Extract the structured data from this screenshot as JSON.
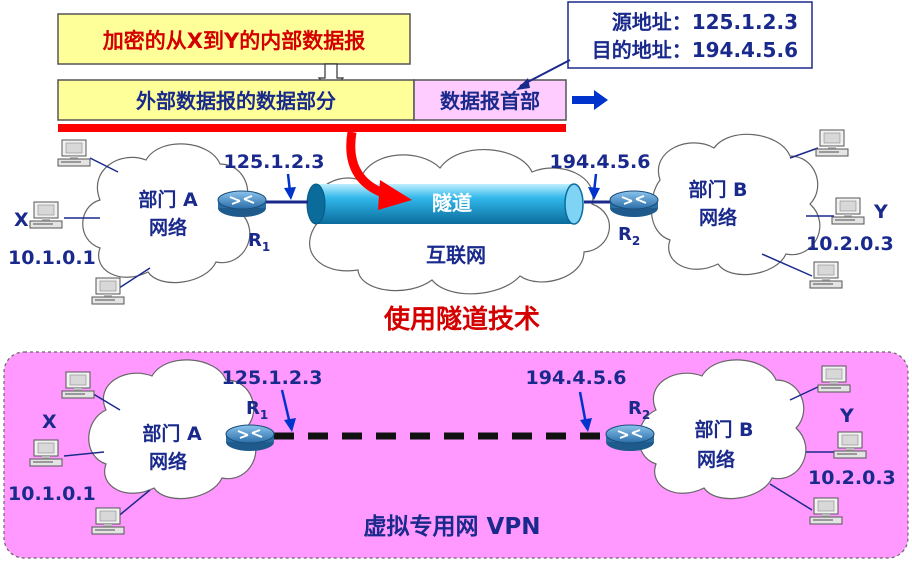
{
  "top": {
    "inner_datagram": "加密的从X到Y的内部数据报",
    "outer_data": "外部数据报的数据部分",
    "outer_header": "数据报首部",
    "source_line": "源地址：125.1.2.3",
    "dest_line": "目的地址：194.4.5.6",
    "ip_r1": "125.1.2.3",
    "ip_r2": "194.4.5.6",
    "tunnel": "隧道",
    "internet": "互联网",
    "dept_a_line1": "部门 A",
    "dept_a_line2": "网络",
    "dept_b_line1": "部门 B",
    "dept_b_line2": "网络",
    "host_x": "X",
    "host_x_ip": "10.1.0.1",
    "host_y": "Y",
    "host_y_ip": "10.2.0.3",
    "router1": "R",
    "router1_sub": "1",
    "router2": "R",
    "router2_sub": "2",
    "caption": "使用隧道技术"
  },
  "bottom": {
    "ip_r1": "125.1.2.3",
    "ip_r2": "194.4.5.6",
    "dept_a_line1": "部门 A",
    "dept_a_line2": "网络",
    "dept_b_line1": "部门 B",
    "dept_b_line2": "网络",
    "host_x": "X",
    "host_x_ip": "10.1.0.1",
    "host_y": "Y",
    "host_y_ip": "10.2.0.3",
    "router1": "R",
    "router1_sub": "1",
    "router2": "R",
    "router2_sub": "2",
    "caption": "虚拟专用网 VPN"
  },
  "colors": {
    "blue_text": "#1a2a8c",
    "red_text": "#d40000",
    "yellow_box": "#ffff99",
    "pink_box": "#ffccff",
    "vpn_bg": "#ff99ff",
    "tunnel_cyan": "#2bb3e8",
    "router_blue": "#3a86c8"
  }
}
